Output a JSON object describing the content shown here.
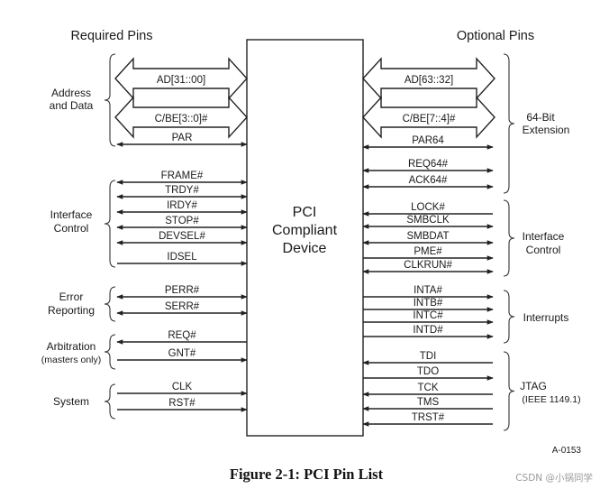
{
  "headers": {
    "required": "Required Pins",
    "optional": "Optional Pins"
  },
  "device": [
    "PCI",
    "Compliant",
    "Device"
  ],
  "left_groups": [
    {
      "lines": [
        "Address",
        "and Data"
      ]
    },
    {
      "lines": [
        "Interface",
        "Control"
      ]
    },
    {
      "lines": [
        "Error",
        "Reporting"
      ]
    },
    {
      "lines": [
        "Arbitration",
        "(masters only)"
      ]
    },
    {
      "lines": [
        "System"
      ]
    }
  ],
  "right_groups": [
    {
      "lines": [
        "64-Bit",
        "Extension"
      ]
    },
    {
      "lines": [
        "Interface",
        "Control"
      ]
    },
    {
      "lines": [
        "Interrupts"
      ]
    },
    {
      "lines": [
        "JTAG",
        "(IEEE 1149.1)"
      ]
    }
  ],
  "left_signals": [
    {
      "name": "AD[31::00]",
      "type": "bus"
    },
    {
      "name": "C/BE[3::0]#",
      "type": "bus"
    },
    {
      "name": "PAR",
      "type": "bi"
    },
    {
      "name": "FRAME#",
      "type": "bi"
    },
    {
      "name": "TRDY#",
      "type": "bi"
    },
    {
      "name": "IRDY#",
      "type": "bi"
    },
    {
      "name": "STOP#",
      "type": "bi"
    },
    {
      "name": "DEVSEL#",
      "type": "bi"
    },
    {
      "name": "IDSEL",
      "type": "in"
    },
    {
      "name": "PERR#",
      "type": "bi"
    },
    {
      "name": "SERR#",
      "type": "bi"
    },
    {
      "name": "REQ#",
      "type": "out"
    },
    {
      "name": "GNT#",
      "type": "in"
    },
    {
      "name": "CLK",
      "type": "in"
    },
    {
      "name": "RST#",
      "type": "in"
    }
  ],
  "right_signals": [
    {
      "name": "AD[63::32]",
      "type": "bus"
    },
    {
      "name": "C/BE[7::4]#",
      "type": "bus"
    },
    {
      "name": "PAR64",
      "type": "bi"
    },
    {
      "name": "REQ64#",
      "type": "bi"
    },
    {
      "name": "ACK64#",
      "type": "bi"
    },
    {
      "name": "LOCK#",
      "type": "in"
    },
    {
      "name": "SMBCLK",
      "type": "bi"
    },
    {
      "name": "SMBDAT",
      "type": "bi"
    },
    {
      "name": "PME#",
      "type": "out"
    },
    {
      "name": "CLKRUN#",
      "type": "bi"
    },
    {
      "name": "INTA#",
      "type": "out"
    },
    {
      "name": "INTB#",
      "type": "out"
    },
    {
      "name": "INTC#",
      "type": "out"
    },
    {
      "name": "INTD#",
      "type": "out"
    },
    {
      "name": "TDI",
      "type": "in"
    },
    {
      "name": "TDO",
      "type": "out"
    },
    {
      "name": "TCK",
      "type": "in"
    },
    {
      "name": "TMS",
      "type": "in"
    },
    {
      "name": "TRST#",
      "type": "in"
    }
  ],
  "figure_id": "A-0153",
  "caption": "Figure 2-1:  PCI Pin List",
  "watermark": "CSDN @小锅同学"
}
